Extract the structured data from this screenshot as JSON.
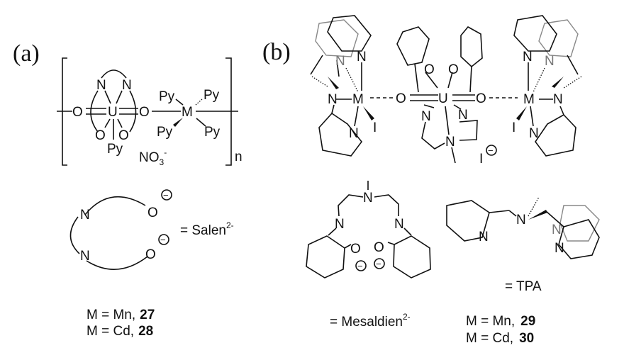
{
  "panel_a": {
    "label": "(a)",
    "atoms": {
      "N1": "N",
      "N2": "N",
      "O_left": "O",
      "U": "U",
      "O_right": "O",
      "O_low1": "O",
      "O_low2": "O",
      "Py_axial": "Py",
      "M": "M",
      "Py1": "Py",
      "Py2": "Py",
      "Py3": "Py",
      "Py4": "Py"
    },
    "counterion": "NO",
    "counterion_sub": "3",
    "counterion_sup": "-",
    "repeat_subscript": "n",
    "ligand": {
      "N1": "N",
      "N2": "N",
      "O1": "O",
      "O2": "O",
      "charge1": "−",
      "charge2": "−",
      "equals_label": "= Salen",
      "equals_sup": "2-"
    },
    "compounds": [
      {
        "text": "M = Mn,",
        "number": "27"
      },
      {
        "text": "M = Cd,",
        "number": "28"
      }
    ]
  },
  "panel_b": {
    "label": "(b)",
    "atoms": {
      "M_left": "M",
      "M_right": "M",
      "U": "U",
      "O_left": "O",
      "O_right": "O",
      "O_top1": "O",
      "O_top2": "O",
      "N_im1": "N",
      "N_im2": "N",
      "N_amine": "N",
      "N_tpa_left": "N",
      "N_tpa_right": "N",
      "N_py_l1": "N",
      "N_py_l2": "N",
      "N_py_l3": "N",
      "N_py_r1": "N",
      "N_py_r2": "N",
      "N_py_r3": "N",
      "I_left": "I",
      "I_right": "I",
      "I_counter": "I"
    },
    "counterion_charge": "−",
    "mesaldien": {
      "N_top": "N",
      "N_left": "N",
      "N_right": "N",
      "O_left": "O",
      "O_right": "O",
      "charge1": "−",
      "charge2": "−",
      "equals_label": "= Mesaldien",
      "equals_sup": "2-"
    },
    "tpa": {
      "N_amine": "N",
      "N_py1": "N",
      "N_py2": "N",
      "N_py3": "N",
      "equals_label": "= TPA"
    },
    "compounds": [
      {
        "text": "M = Mn,",
        "number": "29"
      },
      {
        "text": "M = Cd,",
        "number": "30"
      }
    ]
  }
}
